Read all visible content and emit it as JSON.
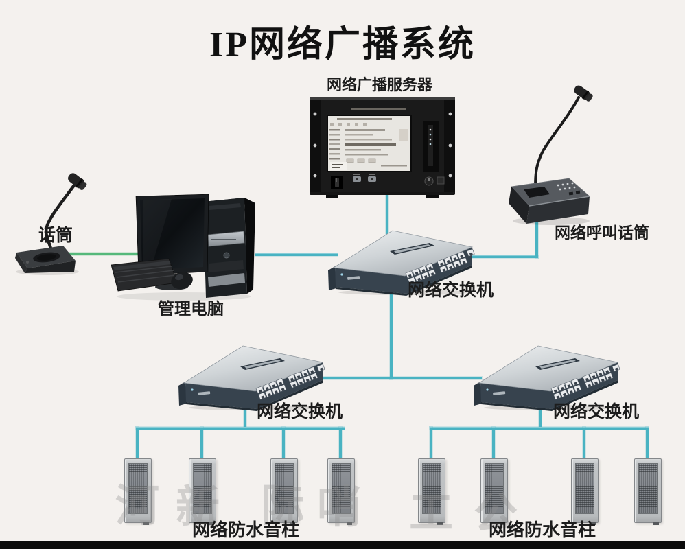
{
  "title": "IP网络广播系统",
  "devices": {
    "server": {
      "label": "网络广播服务器"
    },
    "desk_mic": {
      "label": "话筒"
    },
    "management_pc": {
      "label": "管理电脑"
    },
    "call_mic": {
      "label": "网络呼叫话筒"
    },
    "switch_main": {
      "label": "网络交换机"
    },
    "switch_left": {
      "label": "网络交换机"
    },
    "switch_right": {
      "label": "网络交换机"
    },
    "speakers_left": {
      "label": "网络防水音柱",
      "count": 4
    },
    "speakers_right": {
      "label": "网络防水音柱",
      "count": 4
    }
  },
  "watermark": [
    "河",
    "新",
    "际",
    "哨",
    "工",
    "公"
  ],
  "colors": {
    "network_line": "#49b3c2",
    "audio_line": "#55b87a",
    "background": "#f4f1ee",
    "switch_front": "#37434e",
    "switch_top": "#dfe2e4",
    "server_body": "#161616"
  }
}
